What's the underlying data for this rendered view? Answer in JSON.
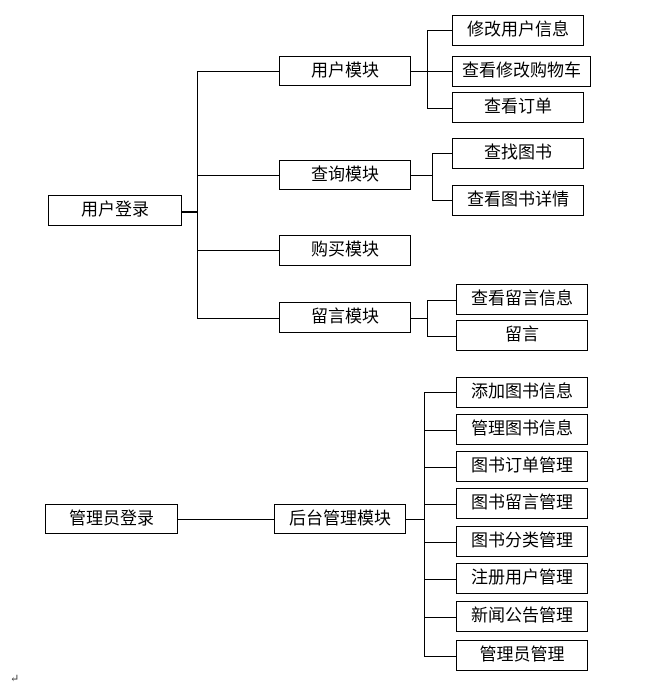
{
  "user": {
    "root": "用户登录",
    "modules": [
      {
        "label": "用户模块",
        "children": [
          "修改用户信息",
          "查看修改购物车",
          "查看订单"
        ]
      },
      {
        "label": "查询模块",
        "children": [
          "查找图书",
          "查看图书详情"
        ]
      },
      {
        "label": "购买模块",
        "children": []
      },
      {
        "label": "留言模块",
        "children": [
          "查看留言信息",
          "留言"
        ]
      }
    ]
  },
  "admin": {
    "root": "管理员登录",
    "module": "后台管理模块",
    "children": [
      "添加图书信息",
      "管理图书信息",
      "图书订单管理",
      "图书留言管理",
      "图书分类管理",
      "注册用户管理",
      "新闻公告管理",
      "管理员管理"
    ]
  },
  "paragraph_mark": "↵"
}
